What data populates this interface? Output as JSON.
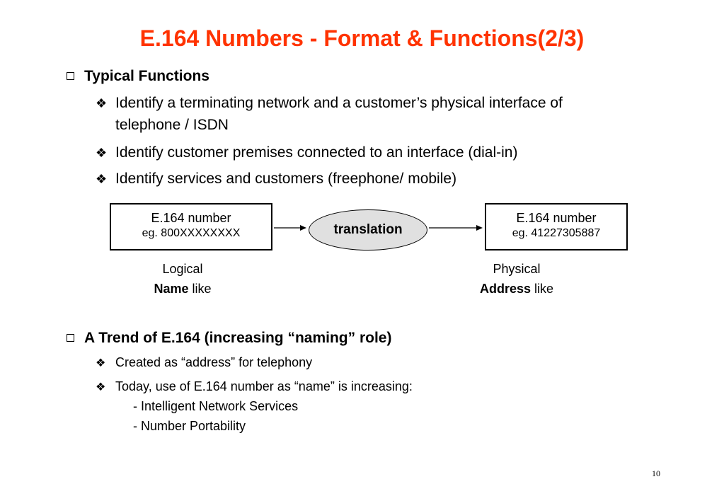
{
  "colors": {
    "title": "#ff3300",
    "ellipse_fill": "#e0e0e0"
  },
  "title": "E.164 Numbers - Format & Functions(2/3)",
  "section1": {
    "heading": "Typical Functions",
    "items": [
      {
        "line1": "Identify a terminating network and a customer’s physical interface of",
        "line2": "telephone / ISDN"
      },
      {
        "line1": "Identify customer premises connected to an interface (dial-in)"
      },
      {
        "line1": "Identify services and customers (freephone/ mobile)"
      }
    ]
  },
  "diagram": {
    "left_box": {
      "line1": "E.164 number",
      "line2": "eg. 800XXXXXXXX"
    },
    "middle": "translation",
    "right_box": {
      "line1": "E.164 number",
      "line2": "eg. 41227305887"
    },
    "left_caption": {
      "line1": "Logical",
      "bold": "Name",
      "rest": " like"
    },
    "right_caption": {
      "line1": "Physical",
      "bold": "Address",
      "rest": " like"
    }
  },
  "section2": {
    "heading": "A Trend of E.164 (increasing “naming” role)",
    "items": [
      {
        "text": "Created as “address” for telephony"
      },
      {
        "text": "Today, use of E.164 number as “name” is increasing:"
      }
    ],
    "subitems": [
      "- Intelligent Network Services",
      "- Number Portability"
    ]
  },
  "page_number": "10"
}
